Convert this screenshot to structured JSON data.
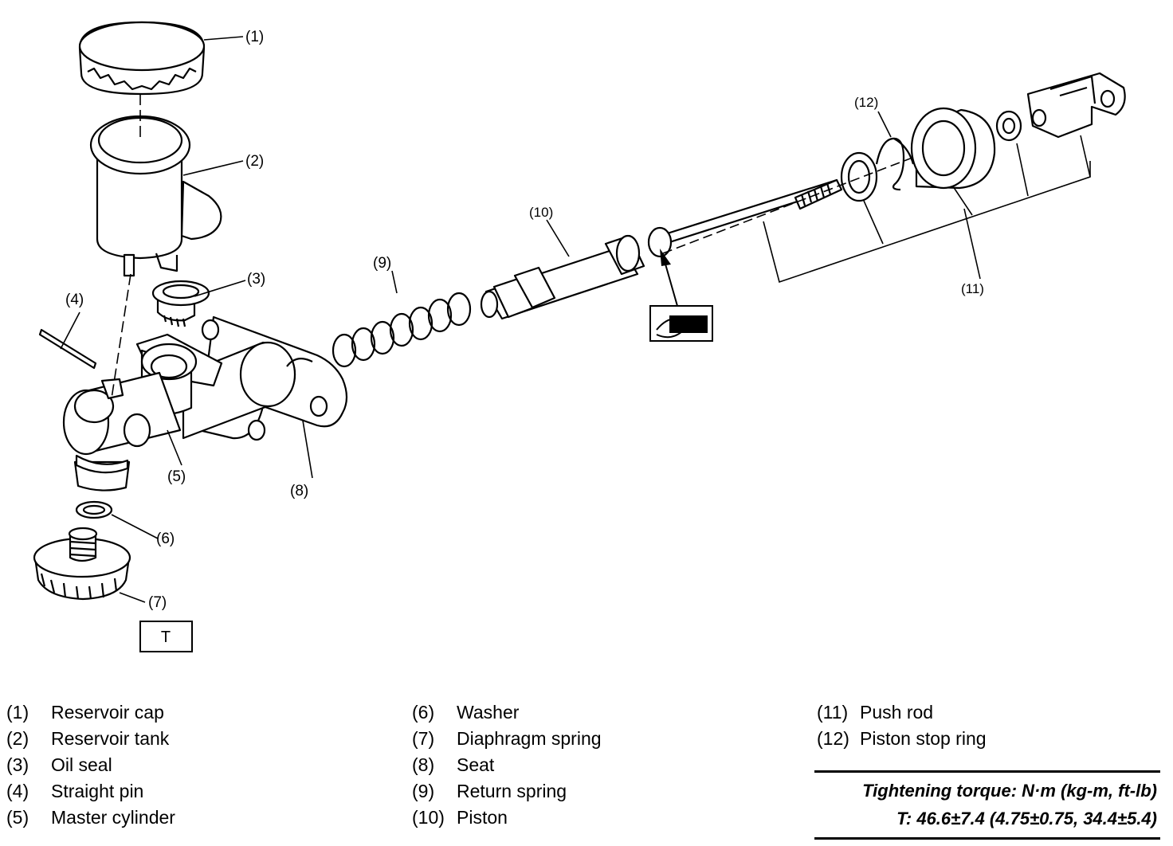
{
  "callouts": {
    "c1": "(1)",
    "c2": "(2)",
    "c3": "(3)",
    "c4": "(4)",
    "c5": "(5)",
    "c6": "(6)",
    "c7": "(7)",
    "c8": "(8)",
    "c9": "(9)",
    "c10": "(10)",
    "c11": "(11)",
    "c12": "(12)",
    "t_box": "T"
  },
  "legend": [
    [
      {
        "num": "(1)",
        "name": "Reservoir cap"
      },
      {
        "num": "(2)",
        "name": "Reservoir tank"
      },
      {
        "num": "(3)",
        "name": "Oil seal"
      },
      {
        "num": "(4)",
        "name": "Straight pin"
      },
      {
        "num": "(5)",
        "name": "Master cylinder"
      }
    ],
    [
      {
        "num": "(6)",
        "name": "Washer"
      },
      {
        "num": "(7)",
        "name": "Diaphragm spring"
      },
      {
        "num": "(8)",
        "name": "Seat"
      },
      {
        "num": "(9)",
        "name": "Return spring"
      },
      {
        "num": "(10)",
        "name": "Piston"
      }
    ],
    [
      {
        "num": "(11)",
        "name": "Push rod"
      },
      {
        "num": "(12)",
        "name": "Piston stop ring"
      }
    ]
  ],
  "torque": {
    "title": "Tightening torque: N·m (kg-m, ft-lb)",
    "value": "T: 46.6±7.4 (4.75±0.75, 34.4±5.4)"
  },
  "icons": [
    "grease-apply-icon"
  ]
}
